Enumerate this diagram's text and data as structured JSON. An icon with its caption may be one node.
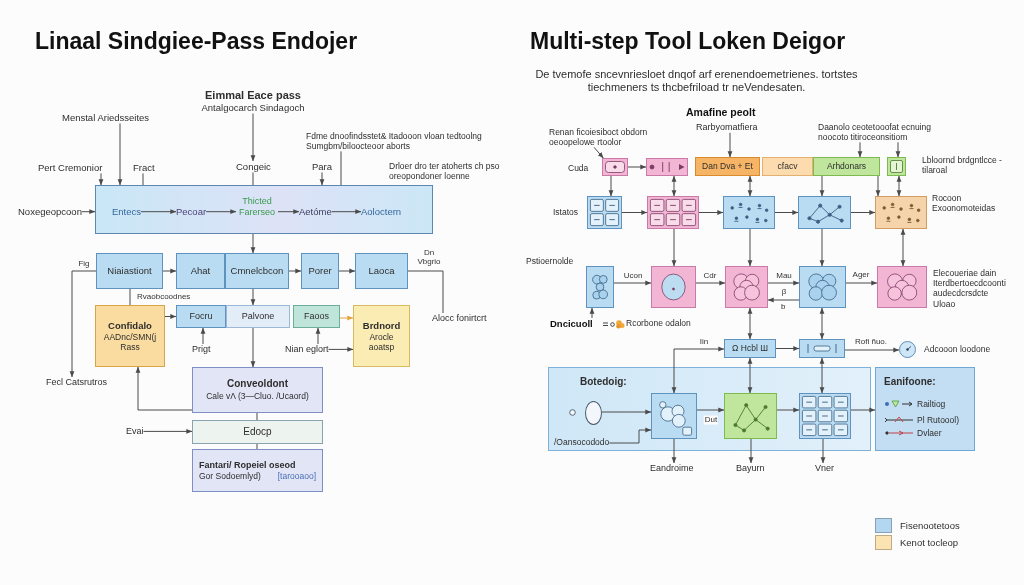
{
  "diagram": {
    "title": "Linaal Sindgiee-Pass Endojer",
    "nodes": [
      {
        "text": [
          "Menstal Ariedsseites"
        ]
      },
      {
        "text": [
          "Eimmal Eace pass",
          "Antalgocarch Sindagoch"
        ]
      },
      {
        "text": [
          "Fdme dnoofindsstet& Itadooon vloan tedtoolng Sumgbm/biloocteoor aborts"
        ]
      },
      {
        "text": [
          "Pert Cremonior"
        ]
      },
      {
        "text": [
          "Fract"
        ]
      },
      {
        "text": [
          "Congeic"
        ]
      },
      {
        "text": [
          "Para"
        ]
      },
      {
        "text": [],
        "shape": "box"
      },
      {
        "text": [
          "Entecs"
        ],
        "in": 7
      },
      {
        "text": [
          "Pecoar"
        ],
        "in": 7
      },
      {
        "text": [
          "Thicted Farerseo"
        ],
        "in": 7
      },
      {
        "text": [
          "Aetóme"
        ],
        "in": 7
      },
      {
        "text": [
          "Aoloctern"
        ],
        "in": 7
      },
      {
        "text": [
          "Noxegeopcoon"
        ]
      },
      {
        "text": [
          "Niaiastiont"
        ]
      },
      {
        "text": [
          "Ahat"
        ]
      },
      {
        "text": [
          "Cmnelcbcon"
        ]
      },
      {
        "text": [
          "Porer"
        ]
      },
      {
        "text": [
          "Laoca"
        ]
      },
      {
        "text": [
          "Fecl Catsrutros"
        ]
      },
      {
        "text": [
          "Alocc fonirtcrt"
        ]
      },
      {
        "text": [
          "Confidalo",
          "AADnc/SMN(j Rass"
        ]
      },
      {
        "text": [
          "Focru"
        ]
      },
      {
        "text": [
          "Palvone"
        ]
      },
      {
        "text": [
          "Faoos"
        ]
      },
      {
        "text": [
          "Brdnord",
          "Arocle aoatsp"
        ]
      },
      {
        "text": [
          "Prigt"
        ]
      },
      {
        "text": [
          "Nian eglort"
        ]
      },
      {
        "text": [
          "Conveoldont",
          "Cale vΛ (3—Cluo. /Ucaord)"
        ]
      },
      {
        "text": [
          "Edocp"
        ]
      },
      {
        "text": [
          "Evai"
        ]
      },
      {
        "text": [
          "Fantari/ Ropeiel oseod",
          "Gor Sodoemlyd)",
          "[tarooaoo]"
        ]
      },
      {
        "text": [
          "Renan ficoiesiboct obdorn oeoopelowe rtoolor"
        ]
      },
      {
        "text": [
          "Rarbyomatfiera"
        ]
      },
      {
        "text": [
          "Daanolo ceotetooofat ecnuing noocoto titiroceonsitiom"
        ]
      },
      {
        "text": [],
        "shape": "box",
        "beside": [
          "Cuda"
        ]
      },
      {
        "text": [],
        "shape": "box"
      },
      {
        "text": [
          "Dan Dva + Et"
        ]
      },
      {
        "text": [
          "cfacv"
        ]
      },
      {
        "text": [
          "Arhdonars"
        ]
      },
      {
        "text": [],
        "shape": "box",
        "beside": [
          "Lbloornd brdgntlcce - tilaroal"
        ]
      },
      {
        "text": [],
        "shape": "box",
        "beside": [
          "Istatos"
        ]
      },
      {
        "text": [],
        "shape": "box"
      },
      {
        "text": [],
        "shape": "box"
      },
      {
        "text": [],
        "shape": "box"
      },
      {
        "text": [],
        "shape": "box",
        "beside": [
          "Rocoon Exoonomoteidas"
        ]
      },
      {
        "text": [],
        "shape": "box",
        "beside": [
          "Pstioernolde"
        ]
      },
      {
        "text": [],
        "shape": "box"
      },
      {
        "text": [],
        "shape": "box"
      },
      {
        "text": [],
        "shape": "box"
      },
      {
        "text": [],
        "shape": "box",
        "beside": [
          "Elecoueriae dain Iterdbertoecdcoonti audecdcrsdcte Uloao"
        ]
      },
      {
        "text": [
          "Dncicuoll"
        ]
      },
      {
        "text": [
          "Ω Hcbl Ш"
        ]
      },
      {
        "text": [],
        "shape": "box"
      },
      {
        "text": [],
        "shape": "circle",
        "beside": [
          "Adcooon loodone"
        ]
      },
      {
        "text": [
          "Botedoig:"
        ]
      },
      {
        "text": [],
        "shape": "ellipse",
        "in": 55
      },
      {
        "text": [
          "/Oansocododo"
        ],
        "in": 55
      },
      {
        "text": [],
        "shape": "box",
        "in": 55
      },
      {
        "text": [],
        "shape": "box",
        "in": 55
      },
      {
        "text": [],
        "shape": "box",
        "in": 55
      },
      {
        "text": [
          "Eanifoone:"
        ]
      },
      {
        "text": [
          "Eandroime"
        ]
      },
      {
        "text": [
          "Bayurn"
        ]
      },
      {
        "text": [
          "Vner"
        ]
      }
    ],
    "edges": [
      {
        "from": 0,
        "to": 7,
        "arrow": "to"
      },
      {
        "from": 1,
        "to": 5,
        "arrow": "to"
      },
      {
        "from": 5,
        "to": 7,
        "arrow": "none"
      },
      {
        "from": 2,
        "to": 7,
        "arrow": "none"
      },
      {
        "from": 3,
        "to": 7,
        "arrow": "to"
      },
      {
        "from": 4,
        "to": 7,
        "arrow": "none"
      },
      {
        "from": 6,
        "to": 7,
        "arrow": "to"
      },
      {
        "from": 13,
        "to": 7,
        "arrow": "to"
      },
      {
        "from": 8,
        "to": 9,
        "arrow": "to"
      },
      {
        "from": 9,
        "to": 10,
        "arrow": "to"
      },
      {
        "from": 10,
        "to": 11,
        "arrow": "to"
      },
      {
        "from": 11,
        "to": 12,
        "arrow": "to"
      },
      {
        "from": 7,
        "to": 16,
        "arrow": "to"
      },
      {
        "from": 14,
        "to": 15,
        "arrow": "to"
      },
      {
        "from": 16,
        "to": 17,
        "arrow": "to"
      },
      {
        "from": 17,
        "to": 18,
        "arrow": "to"
      },
      {
        "from": 14,
        "to": 19,
        "arrow": "to",
        "label": "Fig"
      },
      {
        "from": 18,
        "to": 20,
        "arrow": "none",
        "label": "Dn Vbgrio"
      },
      {
        "from": 14,
        "to": 21,
        "arrow": "none",
        "label": "Rvaobcoodnes"
      },
      {
        "from": 21,
        "to": 22,
        "arrow": "to"
      },
      {
        "from": 16,
        "to": 23,
        "arrow": "to"
      },
      {
        "from": 24,
        "to": 25,
        "arrow": "to",
        "color": "#e8a33d"
      },
      {
        "from": 26,
        "to": 22,
        "arrow": "to"
      },
      {
        "from": 27,
        "to": 24,
        "arrow": "to"
      },
      {
        "from": 27,
        "to": 25,
        "arrow": "to"
      },
      {
        "from": 23,
        "to": 28,
        "arrow": "to"
      },
      {
        "from": 28,
        "to": 21,
        "arrow": "to"
      },
      {
        "from": 28,
        "to": 29,
        "arrow": "none"
      },
      {
        "from": 30,
        "to": 29,
        "arrow": "to"
      },
      {
        "from": 29,
        "to": 31,
        "arrow": "none"
      },
      {
        "from": 32,
        "to": 35,
        "arrow": "to"
      },
      {
        "from": 33,
        "to": 37,
        "arrow": "to"
      },
      {
        "from": 34,
        "to": 39,
        "arrow": "to"
      },
      {
        "from": 34,
        "to": 40,
        "arrow": "to"
      },
      {
        "from": 35,
        "to": 36,
        "arrow": "to"
      },
      {
        "from": 35,
        "to": 41,
        "arrow": "to"
      },
      {
        "from": 36,
        "to": 42,
        "arrow": "both"
      },
      {
        "from": 37,
        "to": 43,
        "arrow": "both"
      },
      {
        "from": 39,
        "to": 44,
        "arrow": "to"
      },
      {
        "from": 39,
        "to": 45,
        "arrow": "to"
      },
      {
        "from": 40,
        "to": 45,
        "arrow": "both"
      },
      {
        "from": 41,
        "to": 42,
        "arrow": "to"
      },
      {
        "from": 42,
        "to": 43,
        "arrow": "to"
      },
      {
        "from": 43,
        "to": 44,
        "arrow": "to"
      },
      {
        "from": 44,
        "to": 45,
        "arrow": "to"
      },
      {
        "from": 42,
        "to": 47,
        "arrow": "to"
      },
      {
        "from": 43,
        "to": 48,
        "arrow": "to"
      },
      {
        "from": 44,
        "to": 49,
        "arrow": "to"
      },
      {
        "from": 45,
        "to": 50,
        "arrow": "both"
      },
      {
        "from": 46,
        "to": 47,
        "arrow": "to",
        "label": "Ucon"
      },
      {
        "from": 47,
        "to": 48,
        "arrow": "to",
        "label": "Cdr"
      },
      {
        "from": 48,
        "to": 49,
        "arrow": "to",
        "label": "Mau"
      },
      {
        "from": 49,
        "to": 48,
        "arrow": "to",
        "label": "β"
      },
      {
        "from": 49,
        "to": 50,
        "arrow": "to",
        "label": "Ager"
      },
      {
        "from": 51,
        "to": 46,
        "arrow": "to"
      },
      {
        "from": 48,
        "to": 52,
        "arrow": "both"
      },
      {
        "from": 49,
        "to": 53,
        "arrow": "both"
      },
      {
        "from": 52,
        "to": 53,
        "arrow": "to"
      },
      {
        "from": 53,
        "to": 54,
        "arrow": "to",
        "label": "Rofi ñuo."
      },
      {
        "from": 58,
        "to": 52,
        "arrow": "both",
        "label": "Iin"
      },
      {
        "from": 52,
        "to": 59,
        "arrow": "both"
      },
      {
        "from": 53,
        "to": 60,
        "arrow": "both"
      },
      {
        "from": 56,
        "to": 58,
        "arrow": "to"
      },
      {
        "from": 57,
        "to": 58,
        "arrow": "to"
      },
      {
        "from": 58,
        "to": 59,
        "arrow": "to",
        "label": "Dut"
      },
      {
        "from": 59,
        "to": 60,
        "arrow": "to"
      },
      {
        "from": 60,
        "to": 61,
        "arrow": "to"
      },
      {
        "from": 58,
        "to": 62,
        "arrow": "to"
      },
      {
        "from": 59,
        "to": 63,
        "arrow": "to"
      },
      {
        "from": 60,
        "to": 64,
        "arrow": "to"
      }
    ],
    "labels": [
      "Drloer dro ter atoherts ch pso oreopondoner loenne",
      "Multi-step Tool Loken Deigor",
      "De tvemofe sncevnriesloet dnqof arf erenendoemetrienes. tortstes tiechmeners ts thcbefriload tr neVendesaten.",
      "Amafine peolt",
      "Rcorbone odalon",
      "b"
    ],
    "legend": [
      {
        "text": "Railtiog"
      },
      {
        "text": "Pl Rutoool)"
      },
      {
        "text": "Dvlaer"
      },
      {
        "text": "Fisenootetoos",
        "color": "#b3d7f1"
      },
      {
        "text": "Kenot tocleop",
        "color": "#fbe3b2"
      }
    ]
  }
}
